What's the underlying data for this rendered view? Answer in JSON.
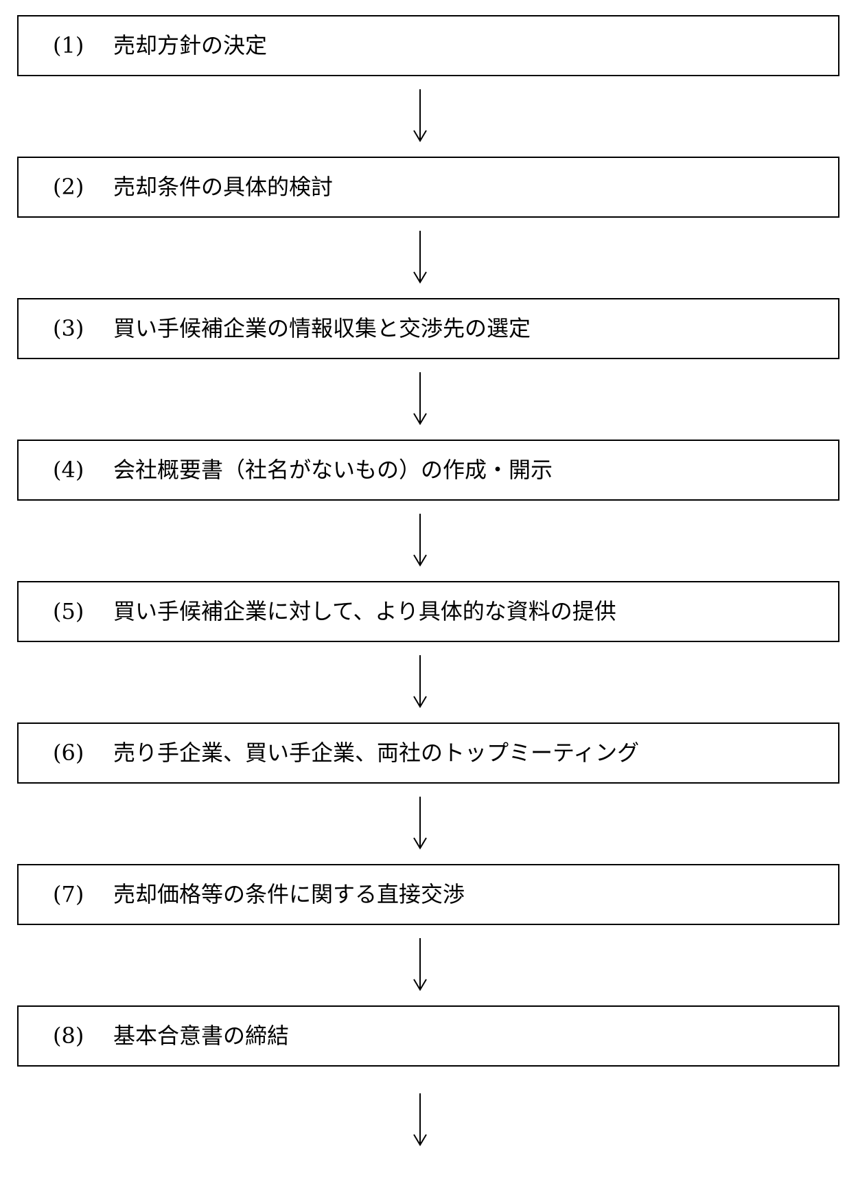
{
  "steps": [
    {
      "number": "(1)",
      "label": "売却方針の決定"
    },
    {
      "number": "(2)",
      "label": "売却条件の具体的検討"
    },
    {
      "number": "(3)",
      "label": "買い手候補企業の情報収集と交渉先の選定"
    },
    {
      "number": "(4)",
      "label": "会社概要書（社名がないもの）の作成・開示"
    },
    {
      "number": "(5)",
      "label": "買い手候補企業に対して、より具体的な資料の提供"
    },
    {
      "number": "(6)",
      "label": "売り手企業、買い手企業、両社のトップミーティング"
    },
    {
      "number": "(7)",
      "label": "売却価格等の条件に関する直接交渉"
    },
    {
      "number": "(8)",
      "label": "基本合意書の締結"
    }
  ],
  "icons": {
    "arrow": "arrow-down-icon"
  }
}
